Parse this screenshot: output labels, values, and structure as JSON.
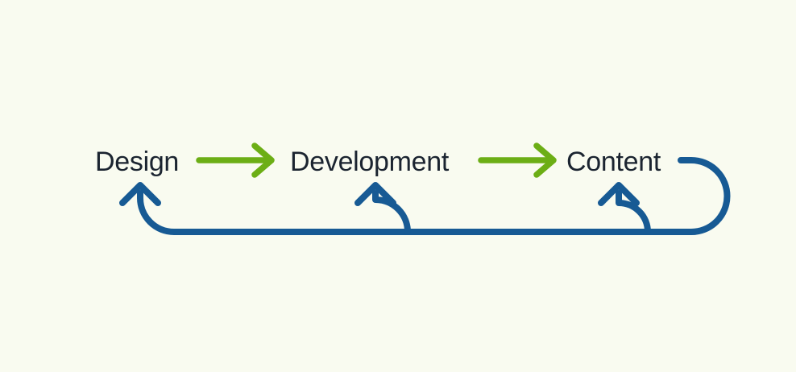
{
  "diagram": {
    "nodes": [
      {
        "id": "design",
        "label": "Design"
      },
      {
        "id": "development",
        "label": "Development"
      },
      {
        "id": "content",
        "label": "Content"
      }
    ],
    "forward_arrows": [
      {
        "from": "Design",
        "to": "Development"
      },
      {
        "from": "Development",
        "to": "Content"
      }
    ],
    "feedback_loop": {
      "from": "Content",
      "to": [
        "Design",
        "Development",
        "Content"
      ]
    }
  },
  "colors": {
    "background": "#f9fbf0",
    "forward_arrow": "#6cae15",
    "feedback_arrow": "#175a94",
    "text": "#1b2430"
  }
}
